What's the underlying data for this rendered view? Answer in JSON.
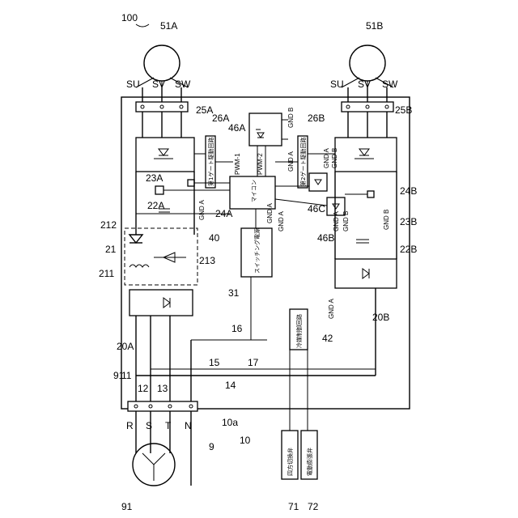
{
  "labels": {
    "device": "100",
    "motor_a": "51A",
    "motor_b": "51B",
    "su_a": "SU",
    "sv_a": "SV",
    "sw_a": "SW",
    "su_b": "SU",
    "sv_b": "SV",
    "sw_b": "SW",
    "inv_a": "25A",
    "drv_a": "26A",
    "opto_a": "46A",
    "drv_b": "26B",
    "inv_b": "25B",
    "gnd_b1": "GND B",
    "gnd_a1": "GND A",
    "gnd_a2": "GND A",
    "gnd_b2": "GND B",
    "pwm1": "PWM-1",
    "pwm2": "PWM-2",
    "c23a": "23A",
    "c22a": "22A",
    "c24a": "24A",
    "gnd_a3": "GND A",
    "gnd_a4": "GND A",
    "gnd_a5": "GND A",
    "c46c": "46C",
    "c46b": "46B",
    "gnd_a6": "GND A",
    "gnd_b3": "GND B",
    "gnd_b4": "GND B",
    "c24b": "24B",
    "c23b": "23B",
    "c22b": "22B",
    "c212": "212",
    "c21": "21",
    "c211": "211",
    "c213": "213",
    "c40": "40",
    "c31": "31",
    "c16": "16",
    "c20a": "20A",
    "c20b": "20B",
    "c42": "42",
    "gnd_a7": "GND A",
    "c11": "11",
    "c12": "12",
    "c13": "13",
    "c91": "91",
    "c15": "15",
    "c14": "14",
    "c17": "17",
    "r": "R",
    "s": "S",
    "t": "T",
    "n": "N",
    "c9": "9",
    "c10a": "10a",
    "c10": "10",
    "c91b": "91",
    "c71": "71",
    "c72": "72"
  },
  "blocks": {
    "gate_drv_a": "第1ゲート駆動回路",
    "gate_drv_b": "第2ゲート駆動回路",
    "micon": "マイコン",
    "switching_ps": "スイッチング電源",
    "ref_ctrl": "冷媒制御回路",
    "four_way": "四方切換弁",
    "exp_valve": "電動膨張弁"
  }
}
